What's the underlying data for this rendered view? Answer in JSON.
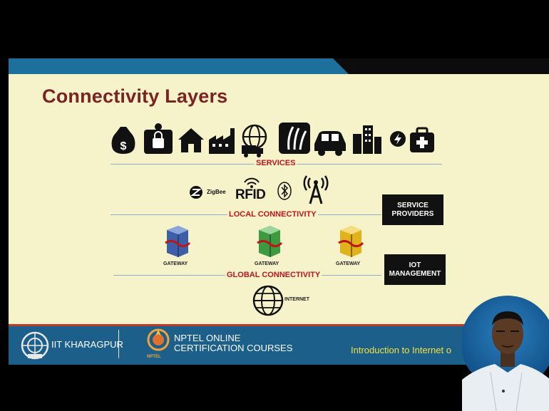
{
  "slide": {
    "title": "Connectivity Layers",
    "layers": {
      "services": "SERVICES",
      "local": "LOCAL CONNECTIVITY",
      "global": "GLOBAL CONNECTIVITY"
    },
    "tech": {
      "zigbee": "ZigBee",
      "rfid": "RFID"
    },
    "boxes": {
      "service_providers": "SERVICE PROVIDERS",
      "iot_management": "IOT MANAGEMENT"
    },
    "gateways": [
      "GATEWAY",
      "GATEWAY",
      "GATEWAY"
    ],
    "internet": "INTERNET",
    "service_icons": [
      "money-bag-icon",
      "security-lock-icon",
      "home-icon",
      "factory-icon",
      "globe-truck-icon",
      "agriculture-icon",
      "car-icon",
      "city-icon",
      "energy-icon",
      "medical-kit-icon"
    ]
  },
  "footer": {
    "institute": "IIT KHARAGPUR",
    "nptel_line1": "NPTEL ONLINE",
    "nptel_line2": "CERTIFICATION COURSES",
    "nptel_logo": "NPTEL",
    "course": "Introduction to Internet o"
  },
  "colors": {
    "title": "#7b2323",
    "layer": "#c0141b",
    "bar": "#1d6f9c",
    "slide_bg": "#f6f2c9",
    "course": "#f3e13a"
  }
}
